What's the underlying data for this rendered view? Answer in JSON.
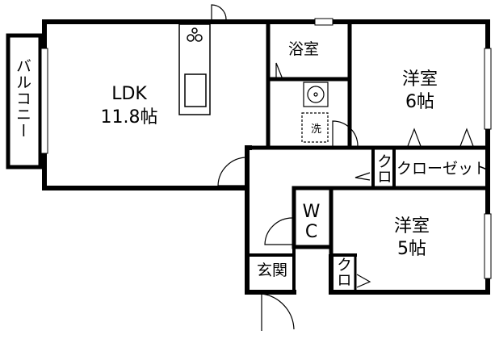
{
  "rooms": {
    "balcony": "バルコニー",
    "ldk_name": "LDK",
    "ldk_size": "11.8帖",
    "bath": "浴室",
    "washroom": "洗",
    "western1_name": "洋室",
    "western1_size": "6帖",
    "western2_name": "洋室",
    "western2_size": "5帖",
    "closet": "クローゼット",
    "closet_small_top": "クロ",
    "closet_small_bottom": "クロ",
    "wc": "WC",
    "entrance": "玄関"
  }
}
